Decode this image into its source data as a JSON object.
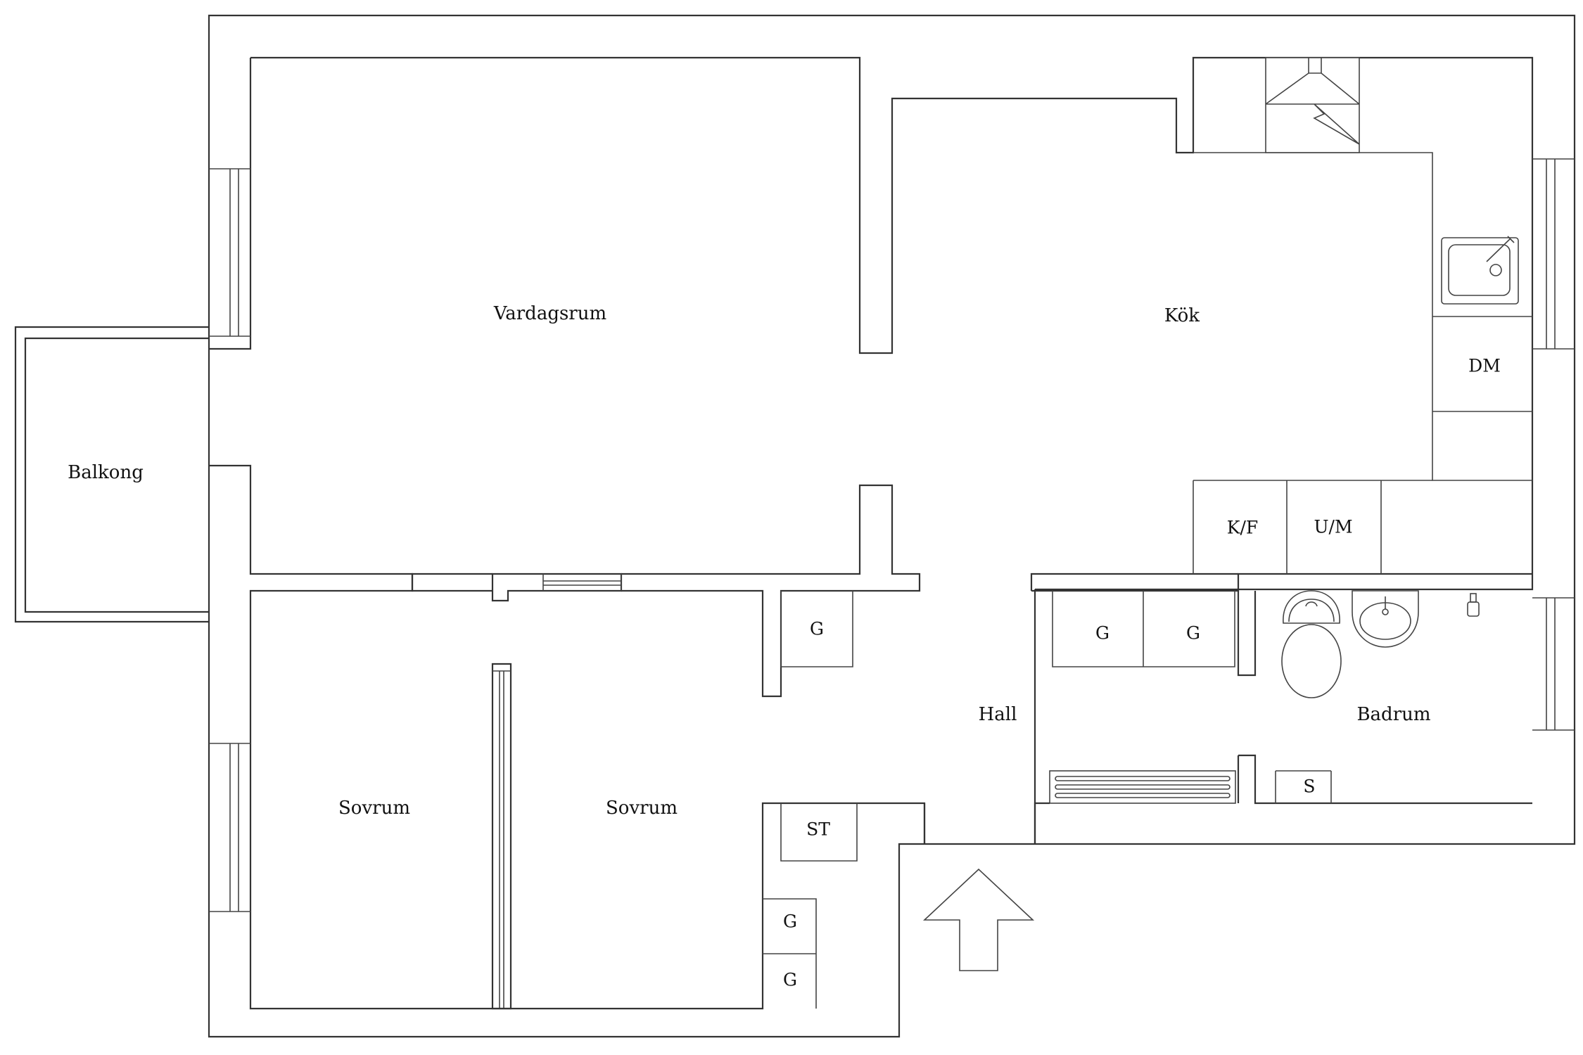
{
  "rooms": {
    "balkong": "Balkong",
    "vardagsrum": "Vardagsrum",
    "kok": "Kök",
    "hall": "Hall",
    "badrum": "Badrum",
    "sovrum_1": "Sovrum",
    "sovrum_2": "Sovrum"
  },
  "fixtures": {
    "dm": "DM",
    "kf": "K/F",
    "um": "U/M",
    "g_hall_top": "G",
    "g_hall_1": "G",
    "g_hall_2": "G",
    "st": "ST",
    "g_bedroom_1": "G",
    "g_bedroom_2": "G",
    "s": "S"
  },
  "icons": [
    "stove-hood-icon",
    "kitchen-sink-icon",
    "toilet-icon",
    "washbasin-icon",
    "tap-icon",
    "radiator-icon",
    "entrance-arrow-icon"
  ]
}
